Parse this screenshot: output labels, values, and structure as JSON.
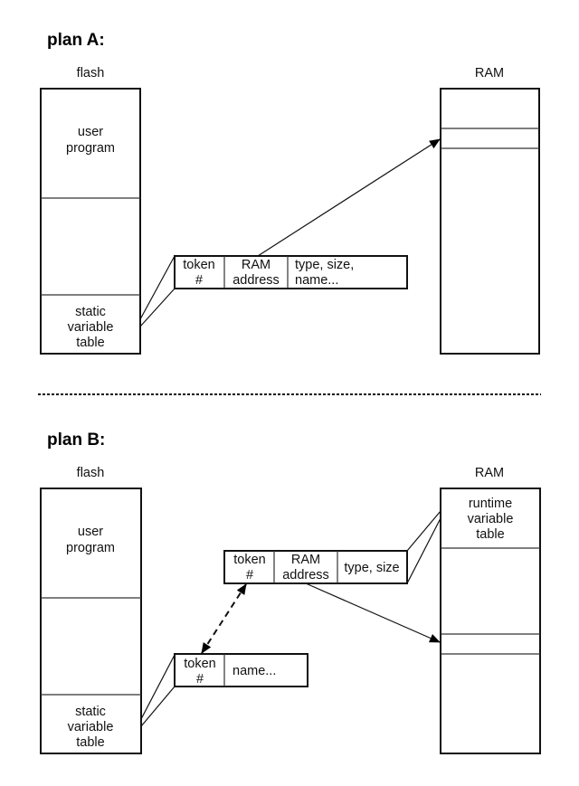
{
  "planA": {
    "title": "plan A:",
    "flash": {
      "label": "flash",
      "regions": [
        "user program",
        "",
        "static variable table"
      ],
      "user_program": [
        "user",
        "program"
      ],
      "static_table": [
        "static",
        "variable",
        "table"
      ]
    },
    "ram": {
      "label": "RAM"
    },
    "entry": {
      "cells": [
        [
          "token",
          "#"
        ],
        [
          "RAM",
          "address"
        ],
        [
          "type, size,",
          "name..."
        ]
      ]
    }
  },
  "separator": "dashed",
  "planB": {
    "title": "plan B:",
    "flash": {
      "label": "flash",
      "user_program": [
        "user",
        "program"
      ],
      "static_table": [
        "static",
        "variable",
        "table"
      ]
    },
    "ram": {
      "label": "RAM",
      "runtime_table": [
        "runtime",
        "variable",
        "table"
      ]
    },
    "runtime_entry": {
      "cells": [
        [
          "token",
          "#"
        ],
        [
          "RAM",
          "address"
        ],
        [
          "type, size"
        ]
      ]
    },
    "static_entry": {
      "cells": [
        [
          "token",
          "#"
        ],
        [
          "name..."
        ]
      ]
    }
  }
}
